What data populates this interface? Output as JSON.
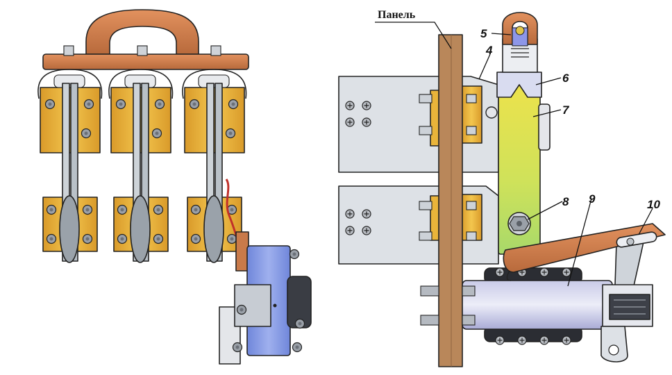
{
  "labels": {
    "panel": "Панель",
    "callouts": [
      "4",
      "5",
      "6",
      "7",
      "8",
      "9",
      "10"
    ]
  },
  "colors": {
    "copper": "#c97a4a",
    "brass": "#e9b43a",
    "steel": "#d6dbe0",
    "blue_housing": "#7e93e0",
    "yellow_arm": "#e4e24a",
    "panel_wood": "#b9875a"
  }
}
